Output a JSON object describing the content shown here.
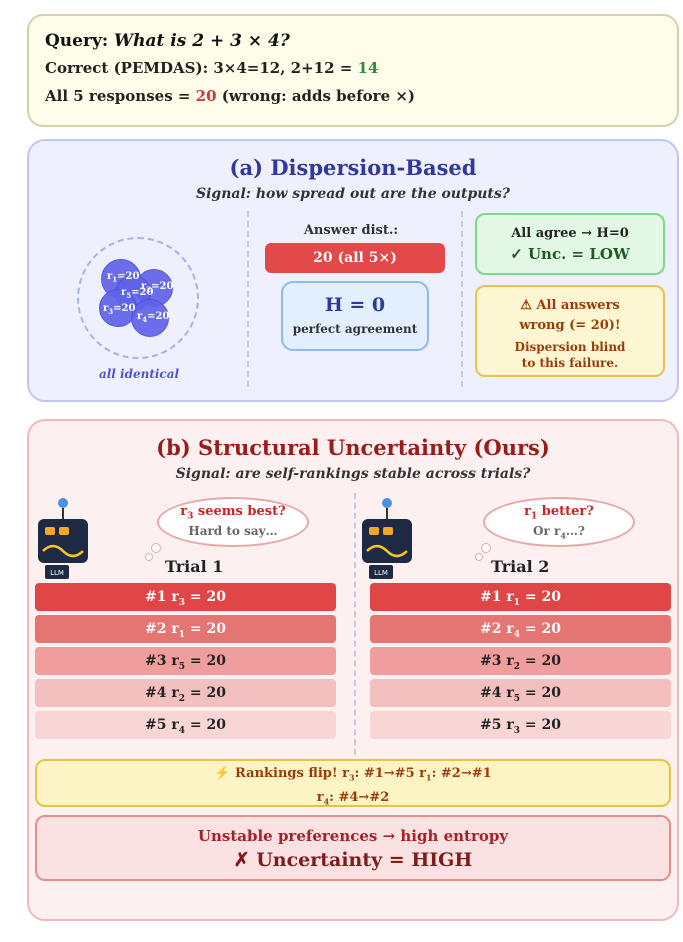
{
  "query": {
    "label": "Query: ",
    "question": "What is 2 + 3 × 4?",
    "correct_prefix": "Correct (PEMDAS): 3×4=12, 2+12 = ",
    "correct_value": "14",
    "responses_prefix": "All 5 responses = ",
    "responses_value": "20",
    "responses_suffix": " (wrong: adds before ×)"
  },
  "dispersion": {
    "title": "(a) Dispersion-Based",
    "signal": "Signal: how spread out are the outputs?",
    "cluster_labels": [
      {
        "r": "r",
        "sub": "1",
        "v": "=20"
      },
      {
        "r": "r",
        "sub": "2",
        "v": "=20"
      },
      {
        "r": "r",
        "sub": "5",
        "v": "=20"
      },
      {
        "r": "r",
        "sub": "3",
        "v": "=20"
      },
      {
        "r": "r",
        "sub": "4",
        "v": "=20"
      }
    ],
    "cluster_caption": "all identical",
    "answer_dist_label": "Answer dist.:",
    "answer_bar": "20 (all 5×)",
    "entropy_value": "H = 0",
    "entropy_caption": "perfect agreement",
    "agree_line1": "All agree → H=0",
    "agree_line2": "✓ Unc. = LOW",
    "warn_line1": "⚠ All answers",
    "warn_line2": "wrong (= 20)!",
    "warn_line3": "Dispersion blind",
    "warn_line4": "to this failure.",
    "colors": {
      "blob": "#6062e9",
      "bar": "#e24a4a",
      "agree_border": "#7fd88a",
      "warn_border": "#e9c24b"
    }
  },
  "structural": {
    "title": "(b) Structural Uncertainty (Ours)",
    "signal": "Signal: are self-rankings stable across trials?",
    "robot_label": "LLM",
    "trials": [
      {
        "name": "Trial 1",
        "bubble_main_pre": "r",
        "bubble_main_sub": "3",
        "bubble_main_post": " seems best?",
        "bubble_sub_pre": "Hard to say…",
        "bubble_sub_sub": "",
        "bubble_sub_post": "",
        "ranks": [
          {
            "pos": "#1 r",
            "sub": "3",
            "val": " = 20"
          },
          {
            "pos": "#2 r",
            "sub": "1",
            "val": " = 20"
          },
          {
            "pos": "#3 r",
            "sub": "5",
            "val": " = 20"
          },
          {
            "pos": "#4 r",
            "sub": "2",
            "val": " = 20"
          },
          {
            "pos": "#5 r",
            "sub": "4",
            "val": " = 20"
          }
        ]
      },
      {
        "name": "Trial 2",
        "bubble_main_pre": "r",
        "bubble_main_sub": "1",
        "bubble_main_post": " better?",
        "bubble_sub_pre": "Or r",
        "bubble_sub_sub": "4",
        "bubble_sub_post": "…?",
        "ranks": [
          {
            "pos": "#1 r",
            "sub": "1",
            "val": " = 20"
          },
          {
            "pos": "#2 r",
            "sub": "4",
            "val": " = 20"
          },
          {
            "pos": "#3 r",
            "sub": "2",
            "val": " = 20"
          },
          {
            "pos": "#4 r",
            "sub": "5",
            "val": " = 20"
          },
          {
            "pos": "#5 r",
            "sub": "3",
            "val": " = 20"
          }
        ]
      }
    ],
    "rank_colors": [
      "#e04548",
      "#e47572",
      "#ef9d9d",
      "#f4bfbf",
      "#f8d6d6"
    ],
    "rank_text_colors": [
      "#ffffff",
      "#ffffff",
      "#222222",
      "#222222",
      "#222222"
    ],
    "flip_line1": "⚡ Rankings flip! r",
    "flip_s1": "3",
    "flip_t1": ": #1→#5 r",
    "flip_s2": "1",
    "flip_t2": ": #2→#1",
    "flip_line2_pre": "r",
    "flip_s3": "4",
    "flip_t3": ": #4→#2",
    "high_line1": "Unstable preferences → high entropy",
    "high_line2": "✗ Uncertainty = HIGH"
  }
}
